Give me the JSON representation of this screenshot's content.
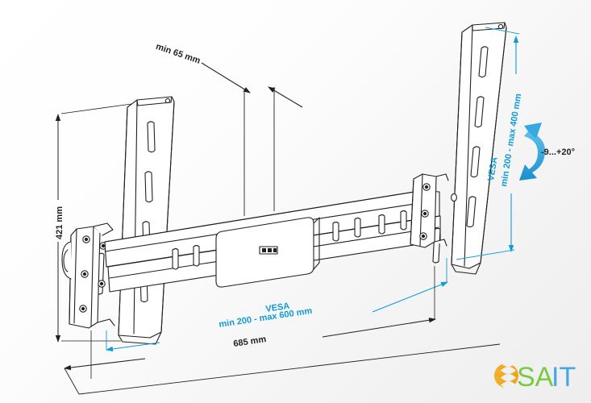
{
  "document": {
    "type": "technical-drawing",
    "subject": "TV wall mount bracket dimensioned drawing"
  },
  "dimensions": {
    "depth": {
      "label": "min 65 mm",
      "color": "#231f20",
      "orientation": "leader-diagonal"
    },
    "height": {
      "label": "421 mm",
      "color": "#231f20",
      "orientation": "vertical-left"
    },
    "width": {
      "label": "685 mm",
      "color": "#231f20",
      "orientation": "horizontal-bottom"
    },
    "vesa_horizontal": {
      "title": "VESA",
      "label": "min 200 - max 600 mm",
      "color": "#0f9bd7",
      "orientation": "horizontal-bottom"
    },
    "vesa_vertical": {
      "title": "VESA",
      "label": "min 200 - max 400 mm",
      "color": "#0f9bd7",
      "orientation": "vertical-right"
    }
  },
  "tilt": {
    "label": "-9...+20°",
    "arrow_color": "#36a9e1",
    "text_color": "#231f20",
    "icon": "curved-tilt-arrow-icon"
  },
  "logo": {
    "mark_name": "sait-wave-mark-icon",
    "text_primary": "SA",
    "text_secondary": "IT",
    "color_mark": "#f5a623",
    "color_primary": "#7ac943",
    "color_secondary": "#45a6e8"
  },
  "colors": {
    "line": "#231f20",
    "accent_blue": "#0f9bd7",
    "tilt_blue": "#36a9e1",
    "background": "#ffffff"
  }
}
